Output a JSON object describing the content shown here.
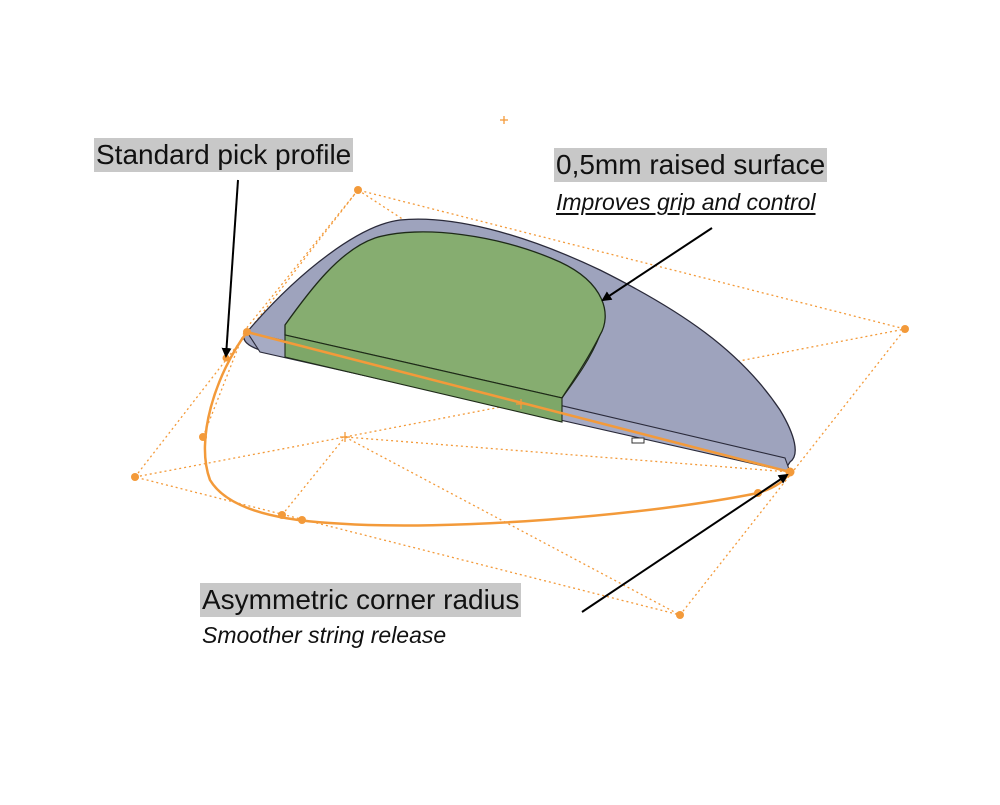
{
  "annotations": {
    "standard_profile": {
      "title": "Standard pick profile"
    },
    "raised_surface": {
      "title": "0,5mm raised surface",
      "subtitle": "Improves grip and control"
    },
    "corner_radius": {
      "title": "Asymmetric corner radius",
      "subtitle": "Smoother string release"
    }
  },
  "colors": {
    "pick_body": "#9ea3bd",
    "raised_surface": "#86ad70",
    "sketch_lines": "#f39a3a",
    "label_background": "#c8c8c8",
    "arrows": "#000000"
  }
}
